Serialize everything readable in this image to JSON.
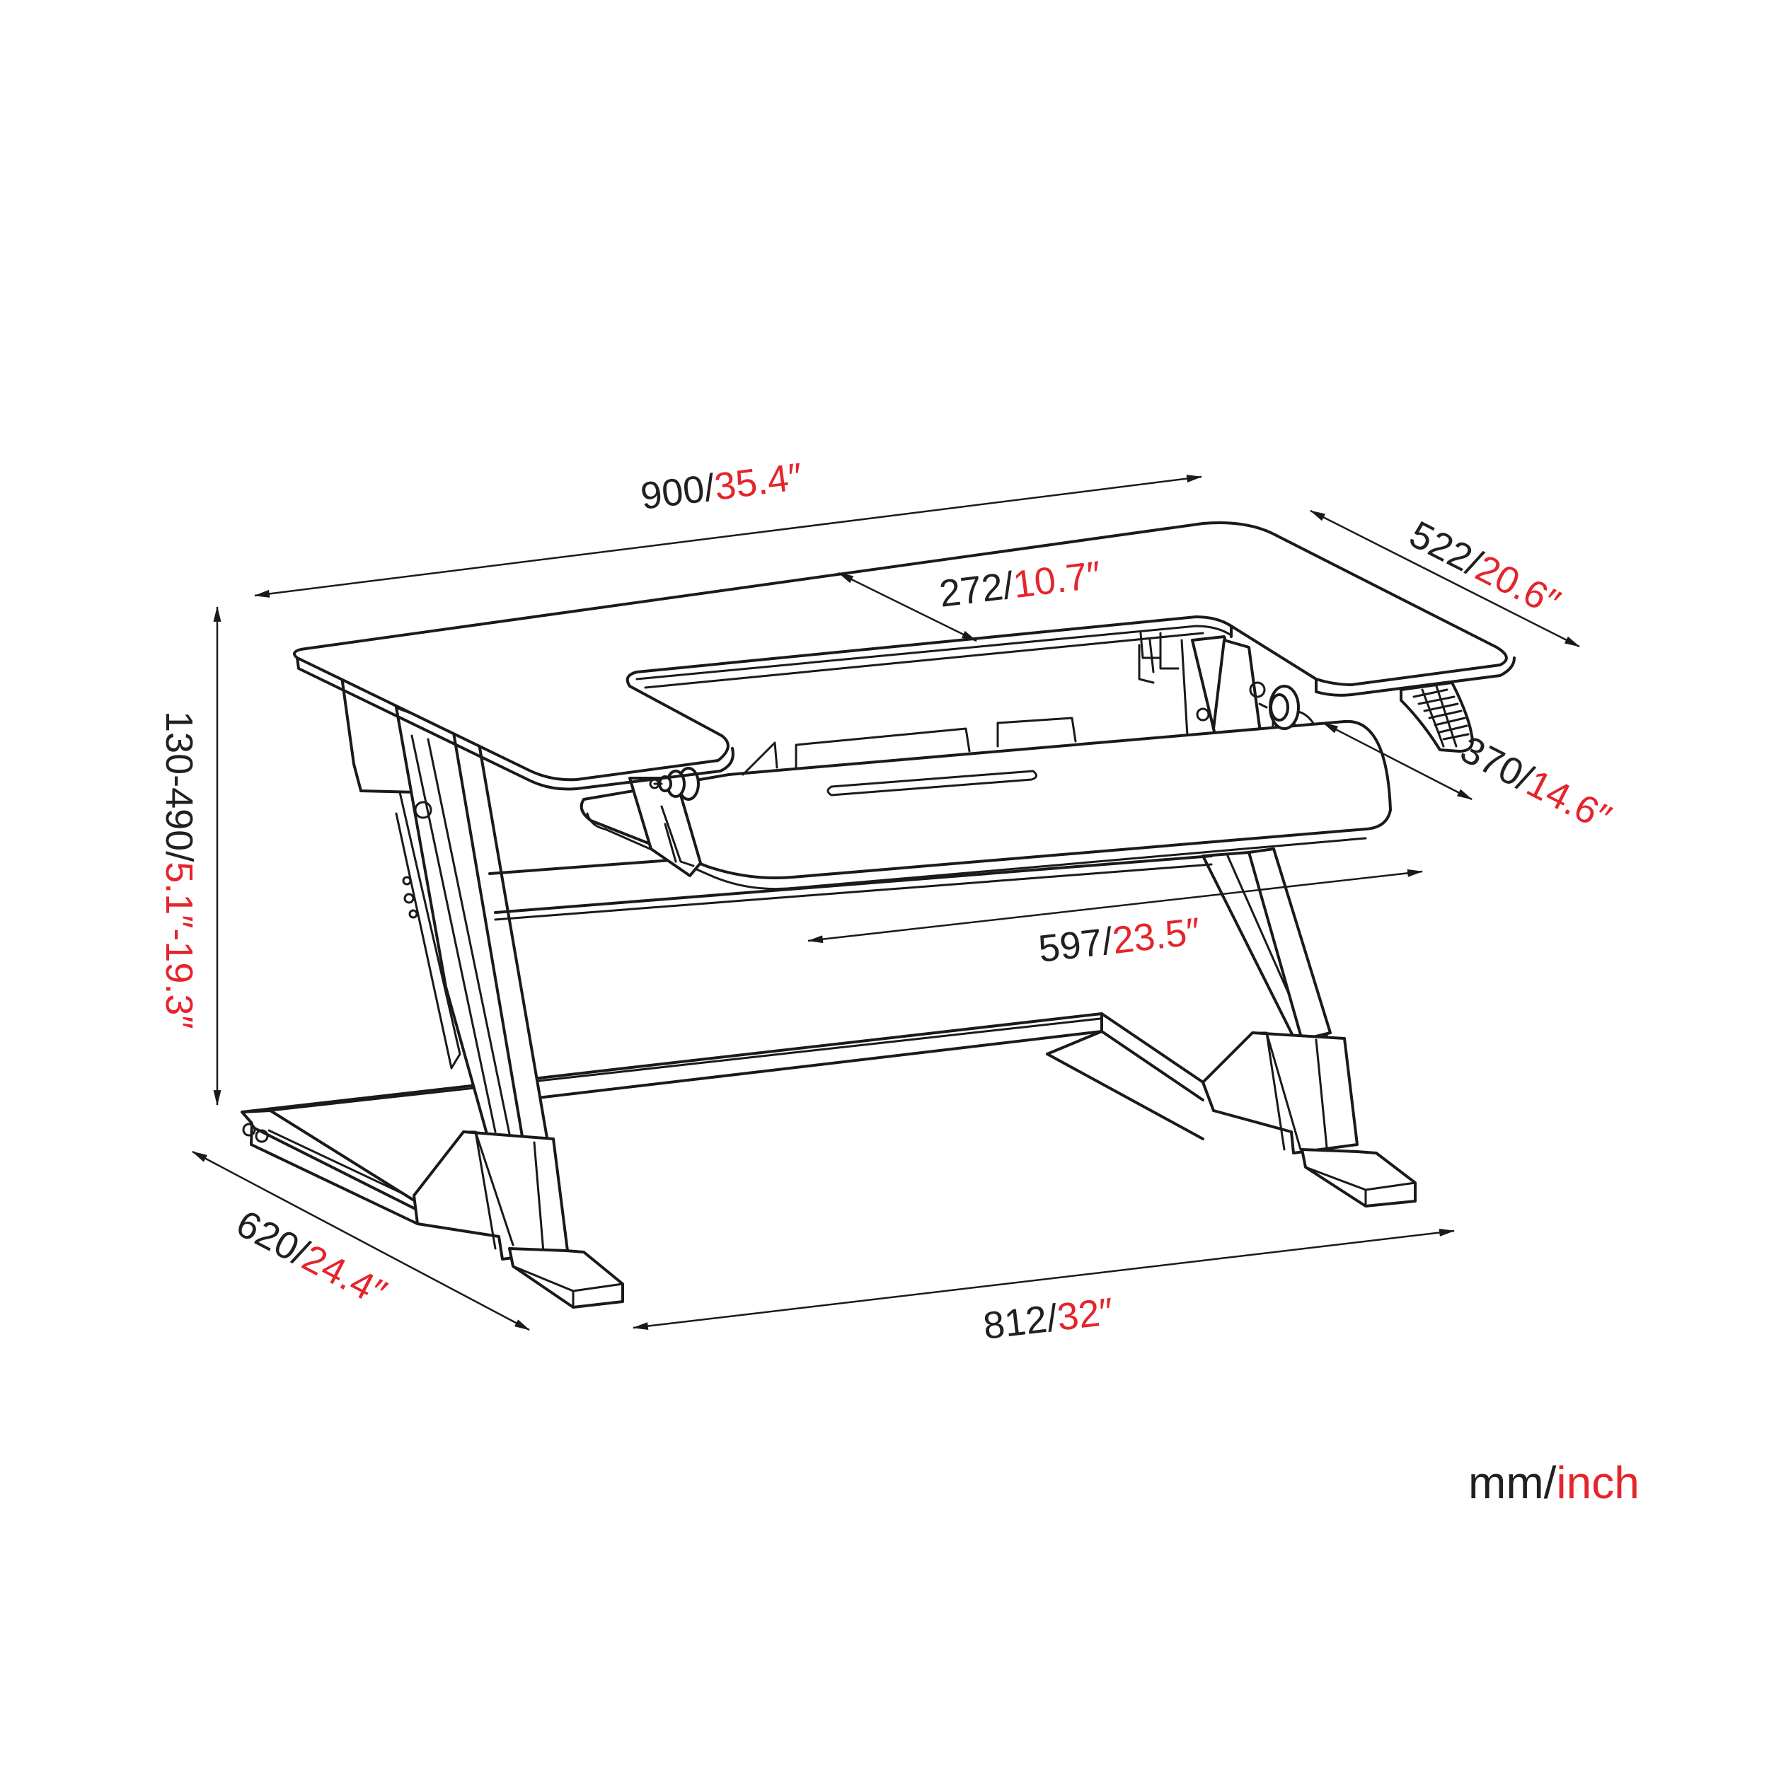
{
  "colors": {
    "line": "#1a1a1a",
    "metric": "#231f20",
    "imperial": "#e4252b"
  },
  "dimensions": {
    "top_width": {
      "mm": "900",
      "sep": "/",
      "inch": "35.4″"
    },
    "top_depth": {
      "mm": "522",
      "sep": "/",
      "inch": "20.6″"
    },
    "cutout_depth": {
      "mm": "272",
      "sep": "/",
      "inch": "10.7″"
    },
    "keyboard_depth": {
      "mm": "370",
      "sep": "/",
      "inch": "14.6″"
    },
    "keyboard_width": {
      "mm": "597",
      "sep": "/",
      "inch": "23.5″"
    },
    "height_range": {
      "mm": "130-490",
      "sep": "/",
      "inch": "5.1″-19.3″"
    },
    "base_depth": {
      "mm": "620",
      "sep": "/",
      "inch": "24.4″"
    },
    "base_width": {
      "mm": "812",
      "sep": "/",
      "inch": "32″"
    }
  },
  "legend": {
    "mm": "mm",
    "sep": "/",
    "inch": "inch"
  },
  "icons": [
    "arrow-marker-icon",
    "adjustment-knob-icon",
    "lift-lever-icon"
  ]
}
